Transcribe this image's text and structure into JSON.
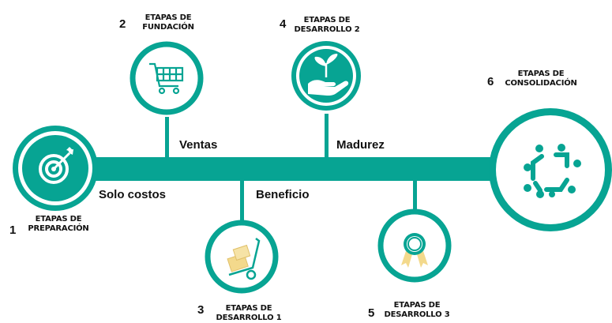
{
  "accent": "#07a493",
  "folder_color": "#f3d98c",
  "stages": [
    {
      "id": "preparacion",
      "number": "1",
      "title_line1": "ETAPAS DE",
      "title_line2": "PREPARACIÓN",
      "icon": "target-icon"
    },
    {
      "id": "fundacion",
      "number": "2",
      "title_line1": "ETAPAS DE",
      "title_line2": "FUNDACIÓN",
      "icon": "shopping-cart-icon"
    },
    {
      "id": "desarrollo1",
      "number": "3",
      "title_line1": "ETAPAS DE",
      "title_line2": "DESARROLLO 1",
      "icon": "hand-truck-icon"
    },
    {
      "id": "desarrollo2",
      "number": "4",
      "title_line1": "ETAPAS DE",
      "title_line2": "DESARROLLO 2",
      "icon": "hand-plant-icon"
    },
    {
      "id": "desarrollo3",
      "number": "5",
      "title_line1": "ETAPAS DE",
      "title_line2": "DESARROLLO 3",
      "icon": "award-ribbon-icon"
    },
    {
      "id": "consolidacion",
      "number": "6",
      "title_line1": "ETAPAS DE",
      "title_line2": "CONSOLIDACIÓN",
      "icon": "team-circle-icon"
    }
  ],
  "milestones": {
    "solo_costos": "Solo costos",
    "ventas": "Ventas",
    "beneficio": "Beneficio",
    "madurez": "Madurez"
  }
}
